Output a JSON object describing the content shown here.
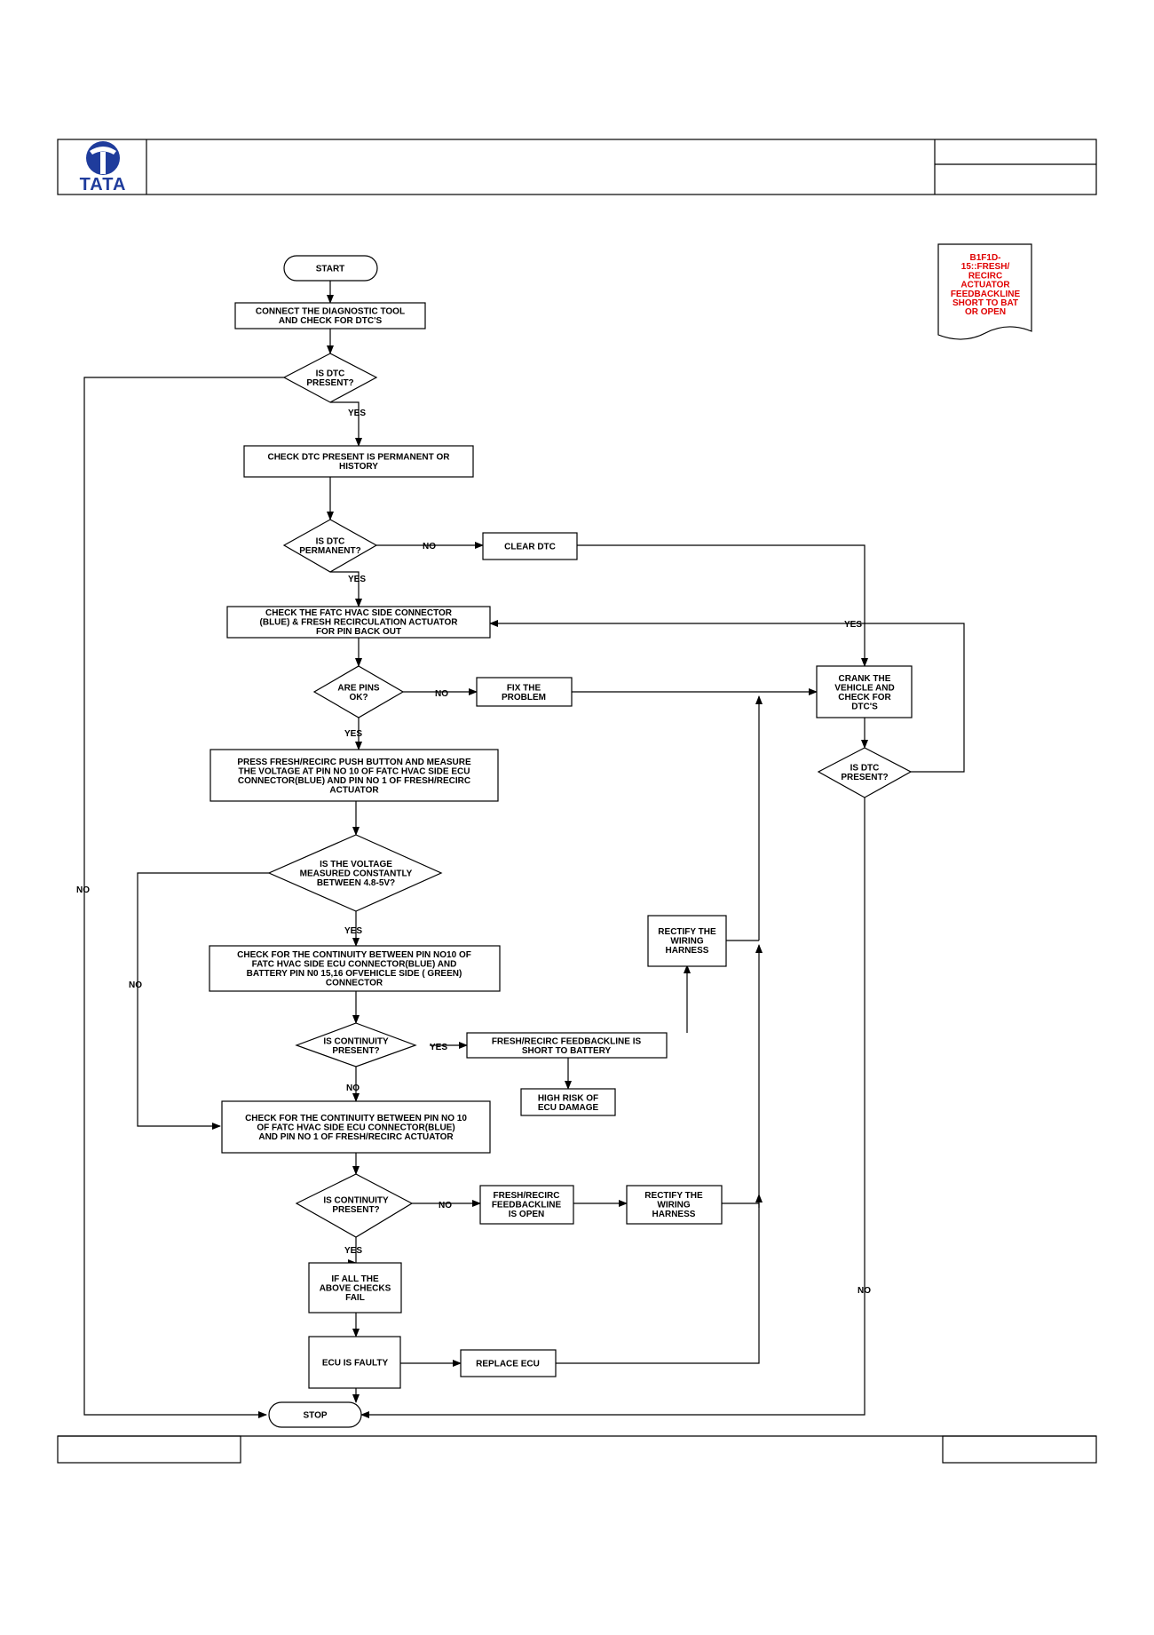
{
  "header": {
    "logo_text": "TATA",
    "title": "",
    "ref_top": "",
    "ref_bottom": ""
  },
  "footer": {
    "left": "",
    "right": ""
  },
  "dtc_tag": {
    "lines": [
      "B1F1D-",
      "15::FRESH/",
      "RECIRC",
      "ACTUATOR",
      "FEEDBACKLINE",
      "SHORT TO BAT",
      "OR OPEN"
    ]
  },
  "nodes": {
    "start": [
      "START"
    ],
    "connect": [
      "CONNECT THE DIAGNOSTIC TOOL",
      "AND CHECK FOR  DTC'S"
    ],
    "dtc_present_1": [
      "IS  DTC",
      "PRESENT?"
    ],
    "check_permanent": [
      "CHECK DTC  PRESENT IS PERMANENT OR",
      "HISTORY"
    ],
    "is_permanent": [
      "IS  DTC",
      "PERMANENT?"
    ],
    "clear_dtc": [
      "CLEAR DTC"
    ],
    "check_connector": [
      "CHECK THE FATC HVAC SIDE CONNECTOR",
      "(BLUE) & FRESH RECIRCULATION ACTUATOR",
      "FOR PIN BACK OUT"
    ],
    "pins_ok": [
      "ARE PINS",
      "OK?"
    ],
    "fix_problem": [
      "FIX THE",
      "PROBLEM"
    ],
    "crank": [
      "CRANK THE",
      "VEHICLE AND",
      "CHECK FOR",
      "DTC'S"
    ],
    "dtc_present_2": [
      "IS  DTC",
      "PRESENT?"
    ],
    "press_button": [
      "PRESS FRESH/RECIRC PUSH BUTTON AND MEASURE",
      "THE VOLTAGE AT PIN NO 10 OF FATC HVAC SIDE ECU",
      "CONNECTOR(BLUE) AND PIN NO 1 OF FRESH/RECIRC",
      "ACTUATOR"
    ],
    "voltage_check": [
      "IS  THE VOLTAGE",
      "MEASURED CONSTANTLY",
      "BETWEEN 4.8-5V?"
    ],
    "continuity_battery": [
      "CHECK FOR THE CONTINUITY BETWEEN PIN NO10 OF",
      "FATC HVAC SIDE ECU CONNECTOR(BLUE) AND",
      "BATTERY PIN N0 15,16 OFVEHICLE SIDE ( GREEN)",
      "CONNECTOR"
    ],
    "rectify_1": [
      "RECTIFY THE",
      "WIRING",
      "HARNESS"
    ],
    "continuity_present_1": [
      "IS CONTINUITY",
      "PRESENT?"
    ],
    "short_battery": [
      "FRESH/RECIRC FEEDBACKLINE IS",
      "SHORT TO BATTERY"
    ],
    "high_risk": [
      "HIGH RISK OF",
      "ECU DAMAGE"
    ],
    "continuity_actuator": [
      "CHECK FOR THE CONTINUITY BETWEEN PIN NO 10",
      "OF  FATC HVAC SIDE ECU CONNECTOR(BLUE)",
      "AND PIN NO 1 OF FRESH/RECIRC ACTUATOR"
    ],
    "continuity_present_2": [
      "IS CONTINUITY",
      "PRESENT?"
    ],
    "feedback_open": [
      "FRESH/RECIRC",
      "FEEDBACKLINE",
      "IS OPEN"
    ],
    "rectify_2": [
      "RECTIFY THE",
      "WIRING",
      "HARNESS"
    ],
    "all_fail": [
      "IF ALL THE",
      "ABOVE CHECKS",
      "FAIL"
    ],
    "ecu_faulty": [
      "ECU IS FAULTY"
    ],
    "replace_ecu": [
      "REPLACE ECU"
    ],
    "stop": [
      "STOP"
    ]
  },
  "edge_labels": {
    "no_dtc1": "NO",
    "yes_dtc1": "YES",
    "no_perm": "NO",
    "yes_perm": "YES",
    "yes_retest": "YES",
    "no_pins": "NO",
    "yes_pins": "YES",
    "no_volt": "NO",
    "yes_volt": "YES",
    "yes_cont1": "YES",
    "no_cont1": "NO",
    "no_cont2": "NO",
    "yes_cont2": "YES",
    "no_dtc2": "NO"
  }
}
